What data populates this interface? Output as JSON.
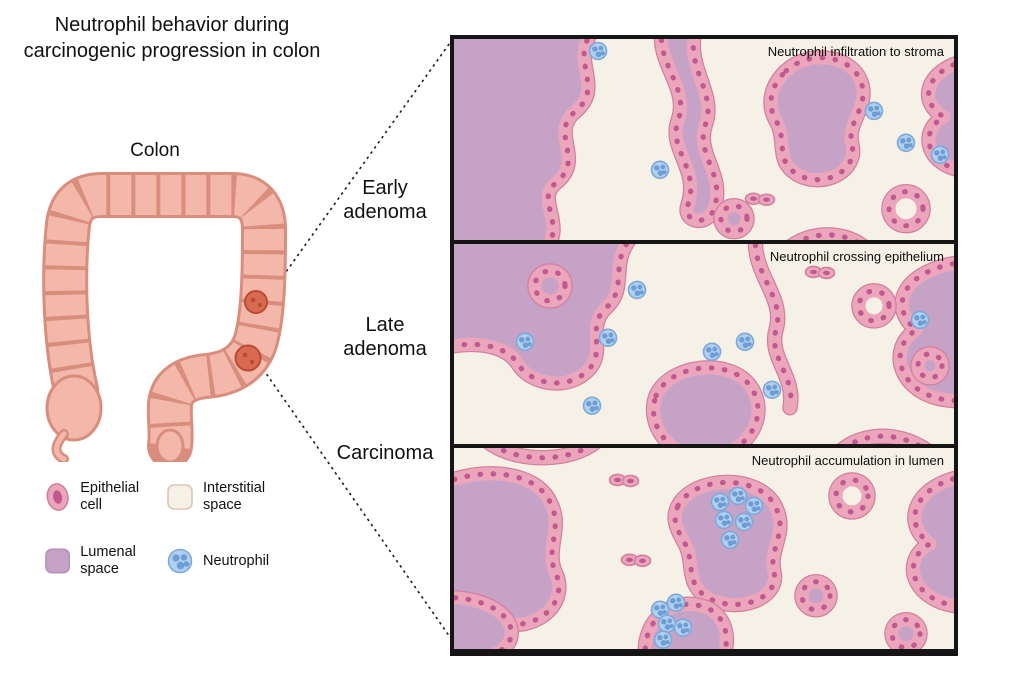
{
  "title": "Neutrophil behavior during carcinogenic progression in colon",
  "colon": {
    "label": "Colon"
  },
  "stages": [
    {
      "label": "Early adenoma",
      "annotation": "Neutrophil infiltration to stroma"
    },
    {
      "label": "Late adenoma",
      "annotation": "Neutrophil crossing epithelium"
    },
    {
      "label": "Carcinoma",
      "annotation": "Neutrophil accumulation in lumen"
    }
  ],
  "legend": {
    "items": [
      {
        "label": "Epithelial cell",
        "icon": "epithelial-cell-icon"
      },
      {
        "label": "Interstitial space",
        "icon": "interstitial-space-icon"
      },
      {
        "label": "Lumenal space",
        "icon": "lumenal-space-icon"
      },
      {
        "label": "Neutrophil",
        "icon": "neutrophil-icon"
      }
    ]
  },
  "colors": {
    "epithelial": "#ECA6BC",
    "epithelial_outline": "#D27FA0",
    "nucleus": "#C05A8E",
    "lumen": "#C6A3C6",
    "lumen_border": "#B88FB6",
    "interstitial": "#F6F1E6",
    "interstitial_border": "#E0C6B0",
    "neutrophil": "#AFD0EF",
    "neutrophil_border": "#7FA8D8",
    "neutrophil_nucleus": "#6E9CD4",
    "colon": "#F3B8A9",
    "colon_outline": "#D98E7D",
    "tumor": "#D96A52",
    "tumor_dark": "#B94A36",
    "panel_border": "#151515",
    "text": "#111111"
  }
}
